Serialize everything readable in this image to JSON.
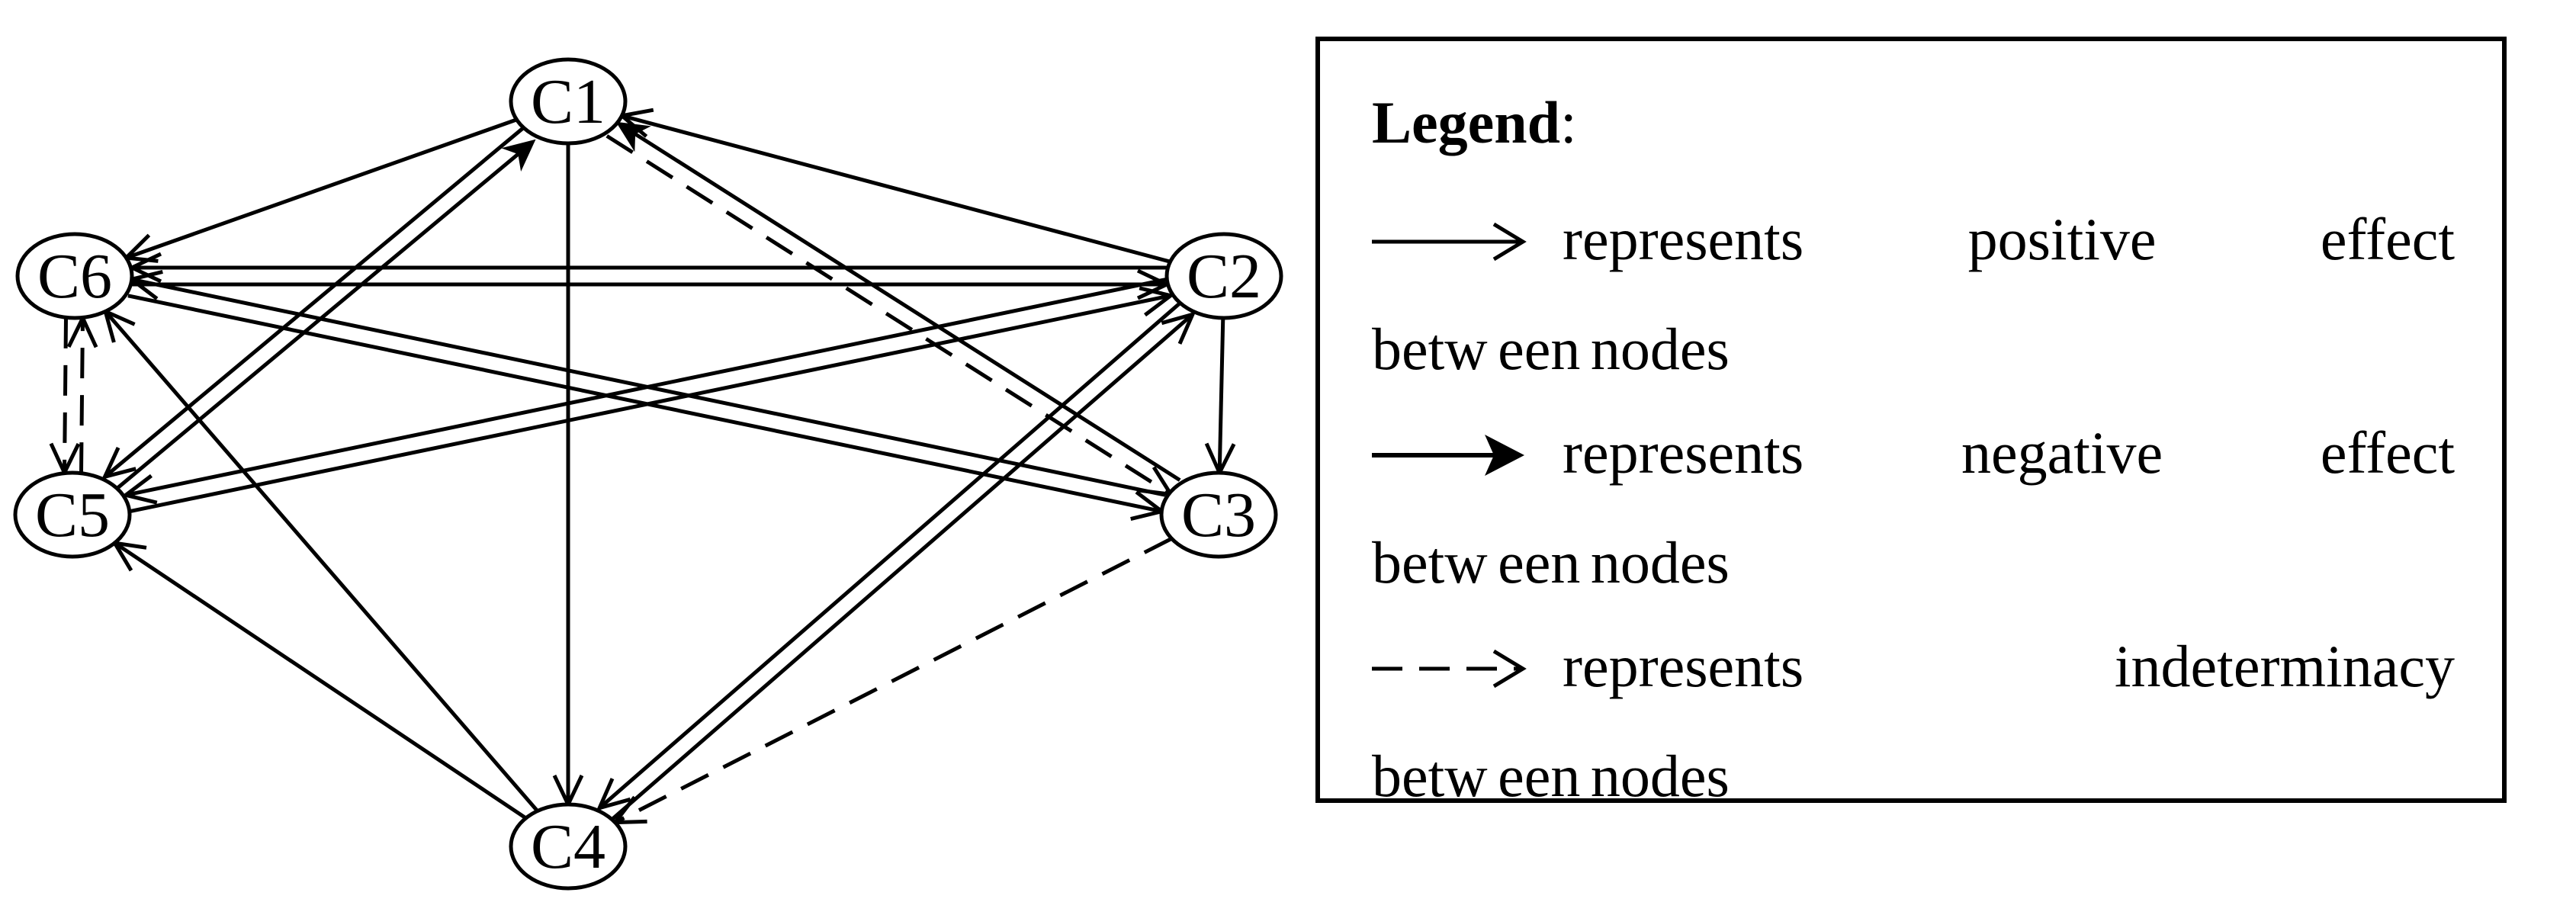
{
  "nodes": [
    {
      "id": "C1",
      "label": "C1"
    },
    {
      "id": "C2",
      "label": "C2"
    },
    {
      "id": "C3",
      "label": "C3"
    },
    {
      "id": "C4",
      "label": "C4"
    },
    {
      "id": "C5",
      "label": "C5"
    },
    {
      "id": "C6",
      "label": "C6"
    }
  ],
  "edges": [
    {
      "from": "C1",
      "to": "C6",
      "type": "positive"
    },
    {
      "from": "C5",
      "to": "C1",
      "type": "negative"
    },
    {
      "from": "C1",
      "to": "C5",
      "type": "positive"
    },
    {
      "from": "C1",
      "to": "C4",
      "type": "positive"
    },
    {
      "from": "C1",
      "to": "C3",
      "type": "indeterminacy"
    },
    {
      "from": "C2",
      "to": "C1",
      "type": "positive"
    },
    {
      "from": "C3",
      "to": "C1",
      "type": "negative"
    },
    {
      "from": "C6",
      "to": "C2",
      "type": "positive"
    },
    {
      "from": "C2",
      "to": "C6",
      "type": "positive"
    },
    {
      "from": "C2",
      "to": "C5",
      "type": "positive"
    },
    {
      "from": "C5",
      "to": "C2",
      "type": "positive"
    },
    {
      "from": "C2",
      "to": "C3",
      "type": "positive"
    },
    {
      "from": "C2",
      "to": "C4",
      "type": "positive"
    },
    {
      "from": "C4",
      "to": "C2",
      "type": "positive"
    },
    {
      "from": "C3",
      "to": "C6",
      "type": "positive"
    },
    {
      "from": "C6",
      "to": "C3",
      "type": "positive"
    },
    {
      "from": "C3",
      "to": "C4",
      "type": "indeterminacy"
    },
    {
      "from": "C4",
      "to": "C5",
      "type": "positive"
    },
    {
      "from": "C4",
      "to": "C6",
      "type": "positive"
    },
    {
      "from": "C5",
      "to": "C6",
      "type": "indeterminacy"
    },
    {
      "from": "C6",
      "to": "C5",
      "type": "indeterminacy"
    }
  ],
  "legend": {
    "title": "Legend",
    "title_suffix": ":",
    "items": [
      {
        "type": "positive",
        "text": "represents positive effect",
        "continuation": "betw een nodes"
      },
      {
        "type": "negative",
        "text": "represents negative effect",
        "continuation": "betw een nodes"
      },
      {
        "type": "indeterminacy",
        "text": "represents indeterminacy",
        "continuation": "betw een nodes"
      }
    ]
  }
}
